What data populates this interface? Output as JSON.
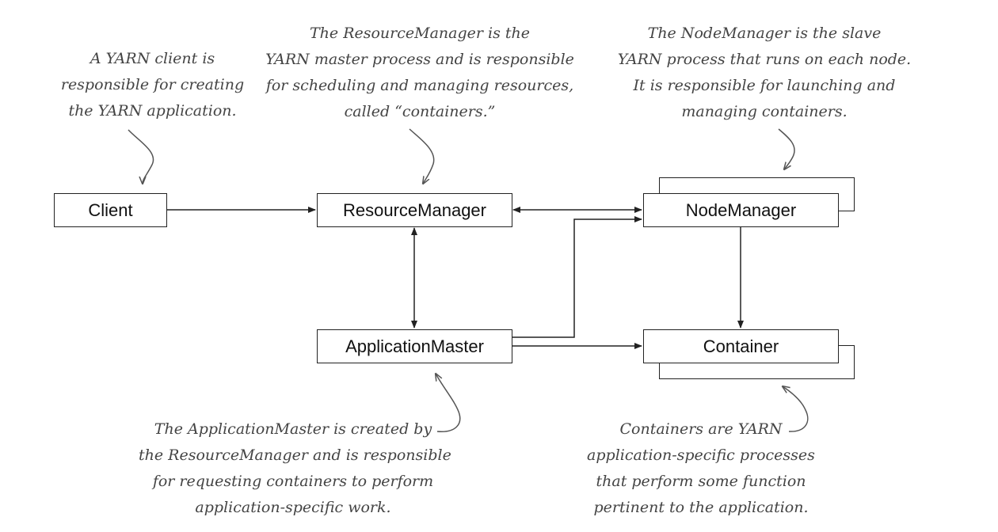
{
  "nodes": {
    "client": "Client",
    "resource_manager": "ResourceManager",
    "node_manager": "NodeManager",
    "application_master": "ApplicationMaster",
    "container": "Container"
  },
  "notes": {
    "client": [
      "A YARN client is",
      "responsible for creating",
      "the YARN application."
    ],
    "resource_manager": [
      "The ResourceManager is the",
      "YARN master process and is responsible",
      "for scheduling and managing resources,",
      "called “containers.”"
    ],
    "node_manager": [
      "The NodeManager is the slave",
      "YARN process that runs on each node.",
      "It is responsible for launching and",
      "managing containers."
    ],
    "application_master": [
      "The ApplicationMaster is created by",
      "the ResourceManager and is responsible",
      "for requesting containers to perform",
      "application-specific work."
    ],
    "container": [
      "Containers are YARN",
      "application-specific processes",
      "that perform some function",
      "pertinent to the application."
    ]
  },
  "colors": {
    "line": "#222222",
    "note_text": "#444444",
    "callout": "#555555"
  }
}
